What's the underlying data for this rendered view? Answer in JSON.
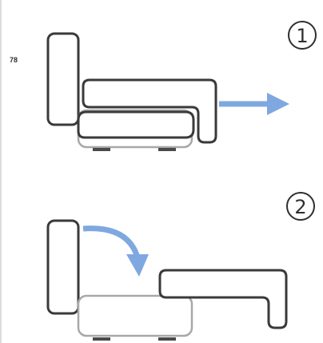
{
  "page_label": "78",
  "steps": [
    {
      "number": "1",
      "action": "pull-out-seat",
      "arrow_direction": "right"
    },
    {
      "number": "2",
      "action": "fold-back-over",
      "arrow_direction": "down-curved"
    }
  ],
  "colors": {
    "outline": "#3a3a3a",
    "fill": "#ffffff",
    "base_outline": "#a8a8a8",
    "foot": "#4a4a4a",
    "arrow": "#7fa8e0",
    "badge": "#2f2f2f",
    "background": "#ffffff"
  }
}
